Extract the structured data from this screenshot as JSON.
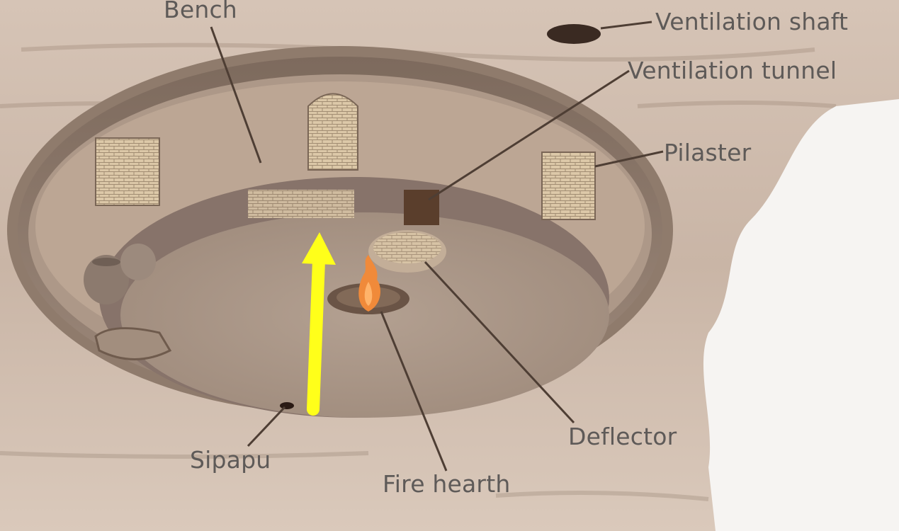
{
  "labels": {
    "bench": "Bench",
    "ventilation_shaft": "Ventilation shaft",
    "ventilation_tunnel": "Ventilation tunnel",
    "pilaster": "Pilaster",
    "deflector": "Deflector",
    "sipapu": "Sipapu",
    "fire_hearth": "Fire hearth"
  },
  "colors": {
    "background": "#d9c9bb",
    "earth": "#b7a291",
    "floor": "#a89485",
    "wall": "#8f7b6c",
    "bench_top": "#c2ad9c",
    "masonry": "#d8c4a4",
    "leader_line": "#4e3e34",
    "label_text": "#5e5a58",
    "fire": "#f08a3a",
    "arrow": "#ffff1a"
  },
  "icons": {
    "arrow": "up-arrow-icon",
    "fire": "flame-icon"
  }
}
